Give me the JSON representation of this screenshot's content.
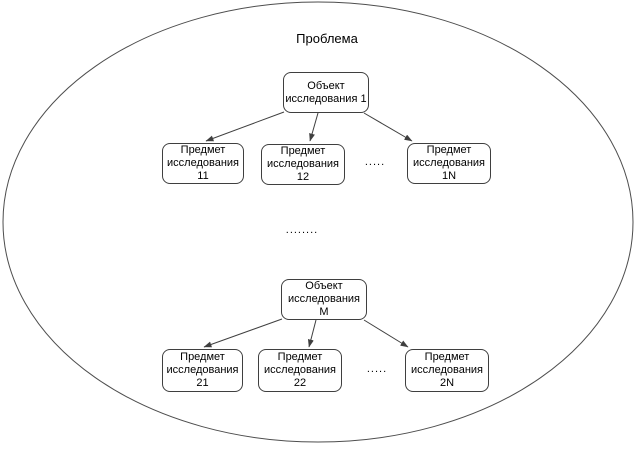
{
  "diagram": {
    "title": "Проблема",
    "row1_dots": ".....",
    "middle_dots": "........",
    "row2_dots": ".....",
    "nodes": {
      "obj1": {
        "line1": "Объект",
        "line2": "исследования 1"
      },
      "p11": {
        "line1": "Предмет",
        "line2": "исследования 11"
      },
      "p12": {
        "line1": "Предмет",
        "line2": "исследования 12"
      },
      "p1N": {
        "line1": "Предмет",
        "line2": "исследования 1N"
      },
      "objM": {
        "line1": "Объект",
        "line2": "исследования M"
      },
      "p21": {
        "line1": "Предмет",
        "line2": "исследования 21"
      },
      "p22": {
        "line1": "Предмет",
        "line2": "исследования 22"
      },
      "p2N": {
        "line1": "Предмет",
        "line2": "исследования 2N"
      }
    },
    "colors": {
      "stroke": "#3f3f3f",
      "background": "#ffffff",
      "text": "#000000"
    }
  }
}
